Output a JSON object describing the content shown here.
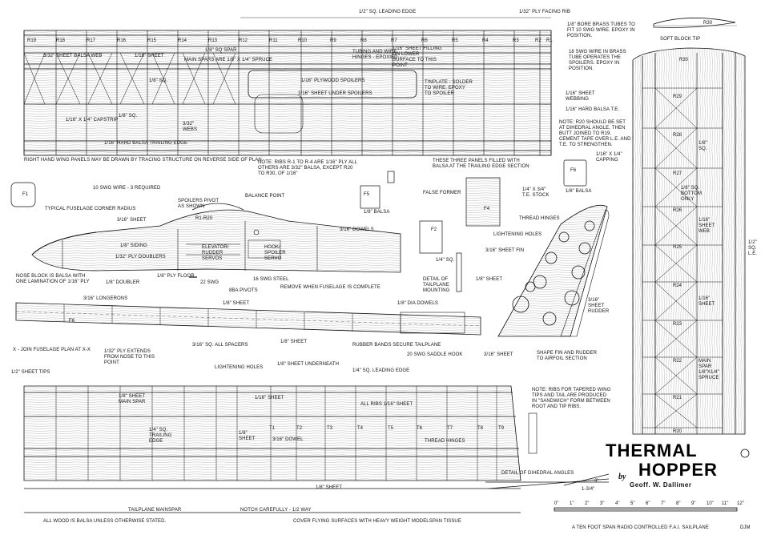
{
  "title": {
    "line1": "THERMAL",
    "line2": "HOPPER",
    "by": "by",
    "author": "Geoff. W. Dallimer"
  },
  "footer": {
    "all_wood": "ALL WOOD IS BALSA UNLESS OTHERWISE STATED.",
    "cover": "COVER FLYING SURFACES WITH HEAVY WEIGHT MODELSPAN TISSUE",
    "span": "A TEN FOOT SPAN RADIO CONTROLLED F.A.I. SAILPLANE",
    "initials": "DJM"
  },
  "wing": {
    "leading_edge": "1/2\" SQ. LEADING EDGE",
    "ply_facing": "1/32\" PLY FACING RIB",
    "balsa_web": "3/32\" SHEET BALSA WEB",
    "sheet_116": "1/16\" SHEET",
    "spar": "1/8\" SQ SPAR",
    "main_spars": "MAIN SPARS ARE 1/8\" X 1/4\" SPRUCE",
    "sq_18": "1/8\" SQ.",
    "ply_spoilers": "1/16\" PLYWOOD SPOILERS",
    "sheet_under": "1/16\" SHEET UNDER SPOILERS",
    "capstrip": "1/16\" X 1/4\" CAPSTRIP",
    "sq_18b": "1/8\" SQ.",
    "webs": "3/32\" WEBS",
    "trailing_edge": "1/16\" HARD BALSA TRAILING EDGE",
    "tubing": "TUBING AND WIRE HINGES - EPOXIED",
    "sheet_fill": "1/16\" SHEET FILLING ON LOWER SURFACE TO THIS POINT",
    "tinplate": "TINPLATE - SOLDER TO WIRE, EPOXY TO SPOILER",
    "brass_tubes": "1/8\" BORE BRASS TUBES TO FIT 10 SWG WIRE. EPOXY IN POSITION.",
    "swg_wire": "18 SWG WIRE IN BRASS TUBE OPERATES THE SPOILERS. EPOXY IN POSITION.",
    "right_hand": "RIGHT HAND WING PANELS MAY BE DRAWN BY TRACING STRUCTURE ON REVERSE SIDE OF PLAN",
    "three_panels": "THESE THREE PANELS FILLED WITH BALSA AT THE TRAILING EDGE SECTION",
    "ribs": [
      "R19",
      "R18",
      "R17",
      "R16",
      "R15",
      "R14",
      "R13",
      "R12",
      "R11",
      "R10",
      "R9",
      "R8",
      "R7",
      "R6",
      "R5",
      "R4",
      "R3",
      "R2",
      "R1"
    ]
  },
  "tip": {
    "r30_top": "R30",
    "soft_block": "SOFT BLOCK TIP",
    "r30": "R30",
    "r29": "R29",
    "r28": "R28",
    "r27": "R27",
    "r26": "R26",
    "r25": "R25",
    "r24": "R24",
    "r23": "R23",
    "r22": "R22",
    "r21": "R21",
    "r20": "R20",
    "sheet_webbing": "1/16\" SHEET WEBBING",
    "hard_te": "1/16\" HARD BALSA T.E.",
    "note_r20": "NOTE: R20 SHOULD BE SET AT DIHEDRAL ANGLE, THEN BUTT JOINED TO R19. CEMENT TAPE OVER L.E. AND T.E. TO STRENGTHEN.",
    "capping": "1/16\" X 1/4\" CAPPING",
    "sq_18": "1/8\" SQ.",
    "sq_bottom": "1/8\" SQ. BOTTOM ONLY",
    "sheet_web": "1/16\" SHEET WEB",
    "half_sq_le": "1/2\" SQ. L.E.",
    "sheet_116": "1/16\" SHEET",
    "main_spar": "MAIN SPAR 1/8\"X1/4\" SPRUCE"
  },
  "fuselage": {
    "note_ribs": "NOTE: RIBS R-1 TO R-4 ARE 1/16\" PLY ALL OTHERS ARE 3/32\" BALSA, EXCEPT R20 TO R30, OF 1/16\"",
    "f1": "F1",
    "corner_radius": "TYPICAL FUSELAGE CORNER RADIUS",
    "swg_wire": "10 SWG WIRE - 3 REQUIRED",
    "balance": "BALANCE POINT",
    "spoilers_pivot": "SPOILERS PIVOT AS SHOWN",
    "sheet_316": "3/16\" SHEET",
    "siding": "1/8\" SIDING",
    "doublers": "1/32\" PLY DOUBLERS",
    "dowels": "3/16\" DOWELS",
    "nose_block": "NOSE BLOCK IS BALSA WITH ONE LAMINATION OF 1/16\" PLY",
    "doubler": "1/8\" DOUBLER",
    "ply_floor": "1/8\" PLY FLOOR",
    "swg22": "22 SWG",
    "servos": "ELEVATOR/ RUDDER SERVOS",
    "hook_servo": "HOOK/ SPOILER SERVO",
    "swg16": "16 SWG STEEL",
    "pivots": "8BA PIVOTS",
    "remove": "REMOVE WHEN FUSELAGE IS COMPLETE",
    "longerons": "3/16\" LONGERONS",
    "sheet_18": "1/8\" SHEET",
    "f6": "F6",
    "join": "X - JOIN FUSELAGE PLAN AT X-X",
    "ply_extends": "1/32\" PLY EXTENDS FROM NOSE TO THIS POINT",
    "sq_spacers": "3/16\" SQ. ALL SPACERS",
    "sheet_18b": "1/8\" SHEET",
    "rubber_bands": "RUBBER BANDS SECURE TAILPLANE",
    "saddle": "20 SWG SADDLE HOOK",
    "sheet_316b": "3/16\" SHEET",
    "shape_fin": "SHAPE FIN AND RUDDER TO AIRFOIL SECTION",
    "dia_dowels": "1/8\" DIA DOWELS",
    "f5": "F5",
    "balsa_18": "1/8\" BALSA",
    "false_former": "FALSE FORMER",
    "f2": "F2",
    "f4": "F4",
    "te_stock": "1/4\" X 3/4\" T.E. STOCK",
    "f6b": "F6",
    "balsa_18b": "1/8\" BALSA",
    "thread_hinges": "THREAD HINGES",
    "lightening": "LIGHTENING HOLES",
    "sheet_fin": "3/16\" SHEET FIN",
    "sq_14": "1/4\" SQ.",
    "detail_tail": "DETAIL OF TAILPLANE MOUNTING",
    "sheet_18c": "1/8\" SHEET",
    "rudder": "3/16\" SHEET RUDDER",
    "ri_r20": "R1-R20"
  },
  "tailplane": {
    "sheet_tips": "1/2\" SHEET TIPS",
    "lightening": "LIGHTENING HOLES",
    "underneath": "1/8\" SHEET UNDERNEATH",
    "le": "1/4\" SQ. LEADING EDGE",
    "main_spar": "1/8\" SHEET MAIN SPAR",
    "sheet_116": "1/16\" SHEET",
    "all_ribs": "ALL RIBS 1/16\" SHEET",
    "trailing": "1/4\" SQ. TRAILING EDGE",
    "sheet_18": "1/8\" SHEET",
    "dowel": "3/16\" DOWEL",
    "thread": "THREAD HINGES",
    "ribs": [
      "T1",
      "T2",
      "T3",
      "T4",
      "T5",
      "T6",
      "T7",
      "T8",
      "T9"
    ],
    "note_tips": "NOTE: RIBS FOR TAPERED WING TIPS AND TAIL ARE PRODUCED IN \"SANDWICH\" FORM BETWEEN ROOT AND TIP RIBS.",
    "sheet_18b": "1/8\" SHEET",
    "mainspar": "TAILPLANE MAINSPAR",
    "notch": "NOTCH CAREFULLY - 1/2 WAY",
    "dihedral": "DETAIL OF DIHEDRAL ANGLES",
    "d3": "3\"",
    "d134": "1-3/4\""
  },
  "scale": {
    "ticks": [
      "0\"",
      "1\"",
      "2\"",
      "3\"",
      "4\"",
      "5\"",
      "6\"",
      "7\"",
      "8\"",
      "9\"",
      "10\"",
      "11\"",
      "12\""
    ]
  }
}
